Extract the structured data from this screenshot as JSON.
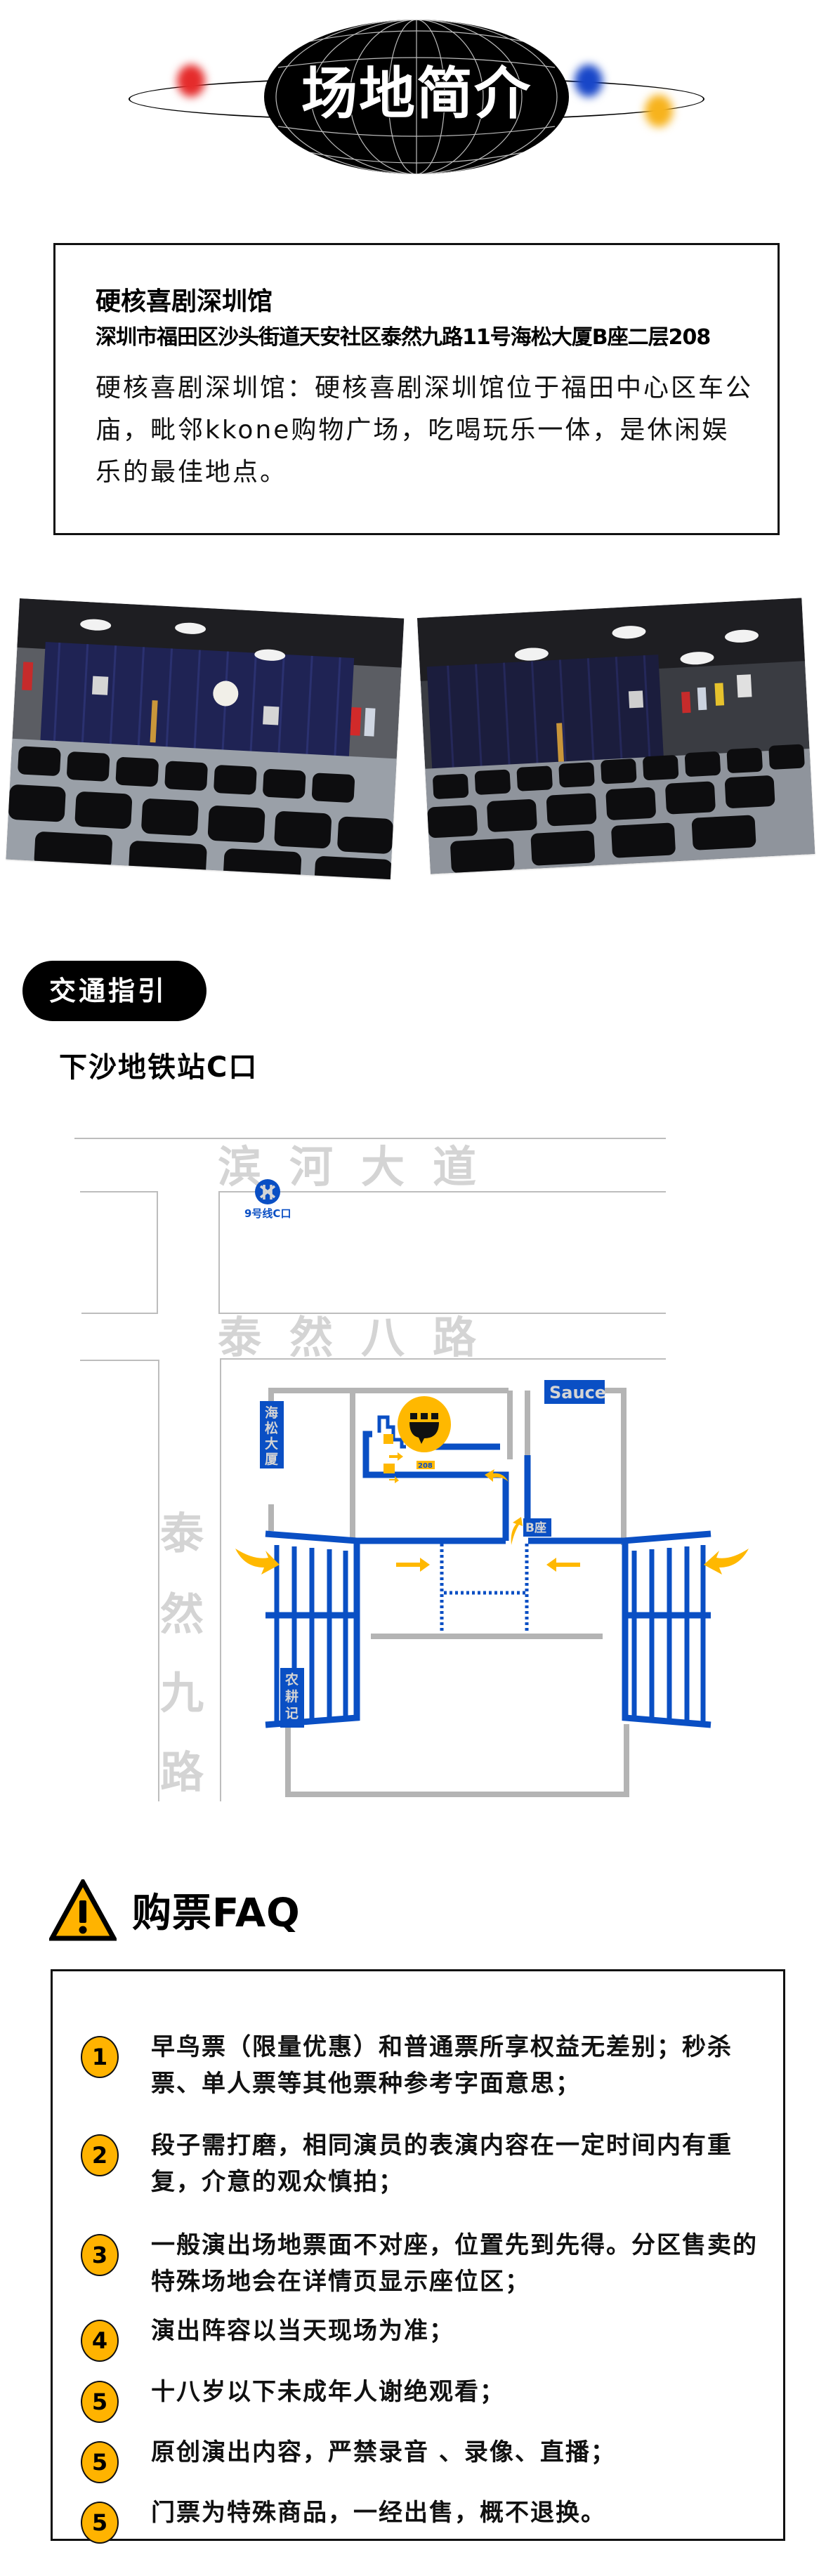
{
  "header": {
    "title": "场地简介",
    "orb_colors": {
      "red": "#e52b2b",
      "blue": "#1846c8",
      "yellow": "#f7b31d"
    }
  },
  "venue": {
    "name": "硬核喜剧深圳馆",
    "address": "深圳市福田区沙头街道天安社区泰然九路11号海松大厦B座二层208",
    "description": "硬核喜剧深圳馆：硬核喜剧深圳馆位于福田中心区车公庙，毗邻kkone购物广场，吃喝玩乐一体，是休闲娱乐的最佳地点。"
  },
  "photos": [
    {
      "alt": "剧场内景 - 舞台与座椅（正面）"
    },
    {
      "alt": "剧场内景 - 舞台与座椅（侧面）"
    }
  ],
  "traffic": {
    "pill_label": "交通指引",
    "metro_exit": "下沙地铁站C口"
  },
  "map": {
    "roads": {
      "top": "滨河大道",
      "middle": "泰然八路",
      "left": [
        "泰",
        "然",
        "九",
        "路"
      ]
    },
    "metro_label": "9号线C口",
    "labels": {
      "building": [
        "海",
        "松",
        "大",
        "厦"
      ],
      "shop_right": "Sauce",
      "block": "B座",
      "shop_bottom": [
        "农",
        "耕",
        "记"
      ],
      "room": "208"
    },
    "colors": {
      "blue": "#0a4fc4",
      "gray": "#b4b4b4",
      "road_text": "#d4d4d4",
      "yellow": "#ffb800"
    }
  },
  "faq": {
    "title": "购票FAQ",
    "accent_color": "#ffb300",
    "items": [
      {
        "num": "1",
        "text": "早鸟票（限量优惠）和普通票所享权益无差别；秒杀票、单人票等其他票种参考字面意思；"
      },
      {
        "num": "2",
        "text": "段子需打磨，相同演员的表演内容在一定时间内有重复，介意的观众慎拍；"
      },
      {
        "num": "3",
        "text": "一般演出场地票面不对座，位置先到先得。分区售卖的特殊场地会在详情页显示座位区；"
      },
      {
        "num": "4",
        "text": "演出阵容以当天现场为准；"
      },
      {
        "num": "5",
        "text": "十八岁以下未成年人谢绝观看；"
      },
      {
        "num": "5",
        "text": "原创演出内容，严禁录音 、录像、直播；"
      },
      {
        "num": "5",
        "text": "门票为特殊商品，一经出售，概不退换。"
      }
    ]
  }
}
